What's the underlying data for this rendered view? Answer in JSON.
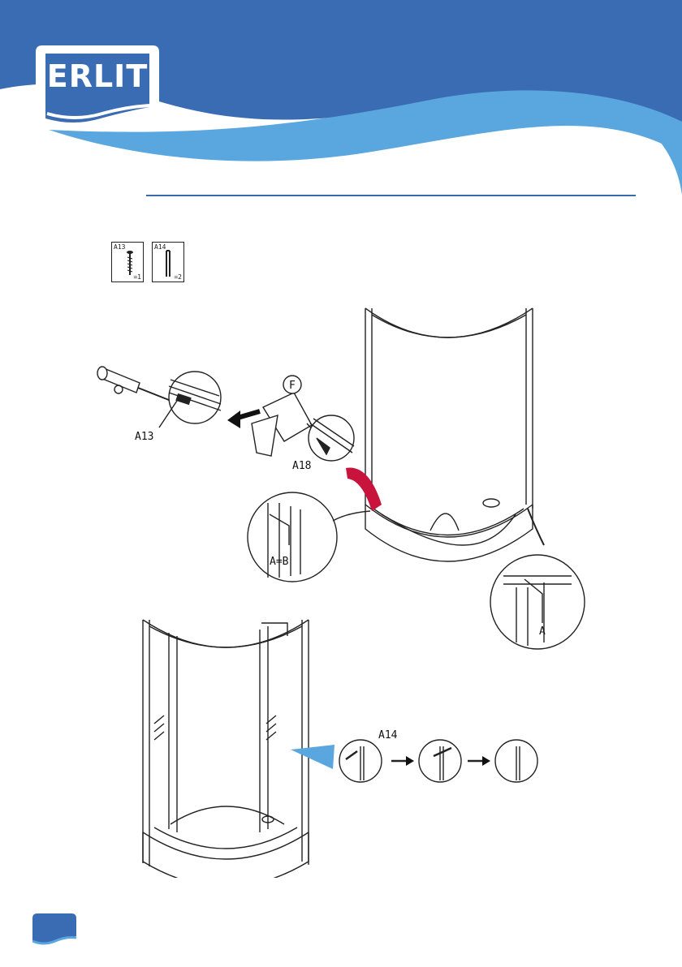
{
  "brand": {
    "name": "ERLIT",
    "colors": {
      "primary": "#3a6cb4",
      "light": "#5aa6df",
      "accent": "#c8143c"
    }
  },
  "parts": [
    {
      "code": "A13",
      "qty": "=1",
      "icon": "screw-icon"
    },
    {
      "code": "A14",
      "qty": "=2",
      "icon": "seal-strip-icon"
    }
  ],
  "labels": {
    "a13": "A13",
    "a18": "A18",
    "f": "F",
    "a_eq_b": "A=B",
    "a": "A",
    "a14": "A14"
  }
}
